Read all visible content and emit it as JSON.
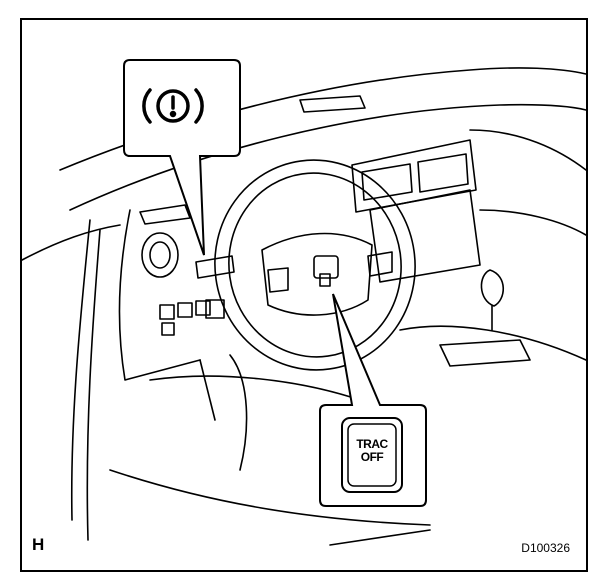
{
  "figure": {
    "corner_letter": "H",
    "figure_code": "D100326"
  },
  "callouts": {
    "brake_warning": {
      "icon": "brake-warning-icon"
    },
    "trac_switch": {
      "line1": "TRAC",
      "line2": "OFF"
    }
  }
}
